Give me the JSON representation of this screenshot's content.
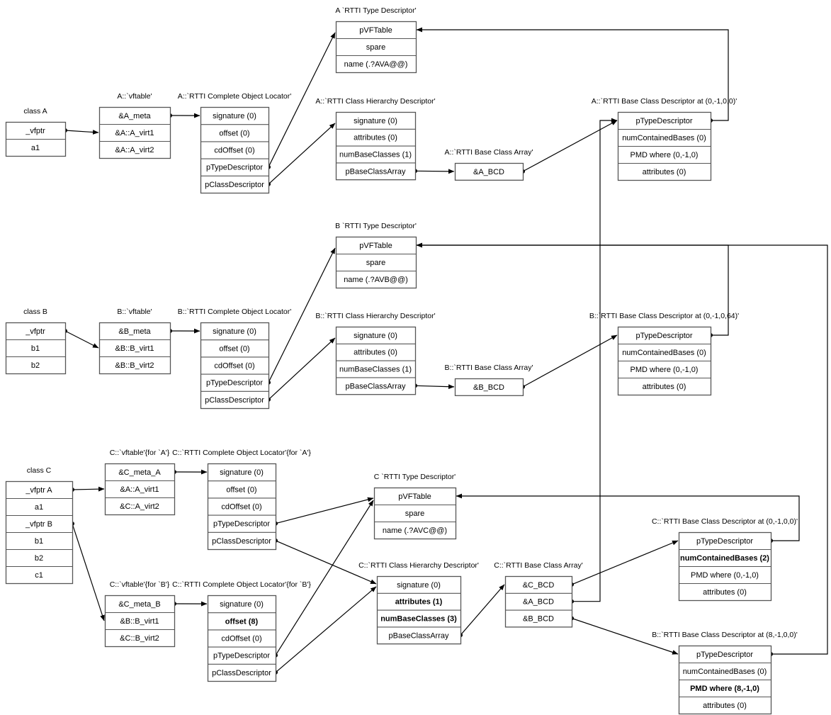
{
  "diagram": {
    "title": "MSVC RTTI structures for classes A, B and C",
    "stroke_color": "#555555",
    "line_color": "#000000",
    "background": "#ffffff"
  },
  "boxes": {
    "class_a": {
      "caption": "class A",
      "rows": [
        "_vfptr",
        "a1"
      ]
    },
    "a_vftable": {
      "caption": "A::`vftable'",
      "rows": [
        "&A_meta",
        "&A::A_virt1",
        "&A::A_virt2"
      ]
    },
    "a_col": {
      "caption": "A::`RTTI Complete Object Locator'",
      "rows": [
        "signature (0)",
        "offset (0)",
        "cdOffset (0)",
        "pTypeDescriptor",
        "pClassDescriptor"
      ]
    },
    "a_td": {
      "caption": "A `RTTI Type Descriptor'",
      "rows": [
        "pVFTable",
        "spare",
        "name (.?AVA@@)"
      ]
    },
    "a_chd": {
      "caption": "A::`RTTI Class Hierarchy Descriptor'",
      "rows": [
        "signature (0)",
        "attributes (0)",
        "numBaseClasses (1)",
        "pBaseClassArray"
      ]
    },
    "a_bca": {
      "caption": "A::`RTTI Base Class Array'",
      "rows": [
        "&A_BCD"
      ]
    },
    "a_bcd": {
      "caption": "A::`RTTI Base Class Descriptor at (0,-1,0,0)'",
      "rows": [
        "pTypeDescriptor",
        "numContainedBases (0)",
        "PMD where (0,-1,0)",
        "attributes (0)"
      ]
    },
    "class_b": {
      "caption": "class B",
      "rows": [
        "_vfptr",
        "b1",
        "b2"
      ]
    },
    "b_vftable": {
      "caption": "B::`vftable'",
      "rows": [
        "&B_meta",
        "&B::B_virt1",
        "&B::B_virt2"
      ]
    },
    "b_col": {
      "caption": "B::`RTTI Complete Object Locator'",
      "rows": [
        "signature (0)",
        "offset (0)",
        "cdOffset (0)",
        "pTypeDescriptor",
        "pClassDescriptor"
      ]
    },
    "b_td": {
      "caption": "B `RTTI Type Descriptor'",
      "rows": [
        "pVFTable",
        "spare",
        "name (.?AVB@@)"
      ]
    },
    "b_chd": {
      "caption": "B::`RTTI Class Hierarchy Descriptor'",
      "rows": [
        "signature (0)",
        "attributes (0)",
        "numBaseClasses (1)",
        "pBaseClassArray"
      ]
    },
    "b_bca": {
      "caption": "B::`RTTI Base Class Array'",
      "rows": [
        "&B_BCD"
      ]
    },
    "b_bcd": {
      "caption": "B::`RTTI Base Class Descriptor at (0,-1,0,64)'",
      "rows": [
        "pTypeDescriptor",
        "numContainedBases (0)",
        "PMD where (0,-1,0)",
        "attributes (0)"
      ]
    },
    "class_c": {
      "caption": "class C",
      "rows": [
        "_vfptr A",
        "a1",
        "_vfptr B",
        "b1",
        "b2",
        "c1"
      ]
    },
    "c_vftable_a": {
      "caption": "C::`vftable'{for `A'}",
      "rows": [
        "&C_meta_A",
        "&A::A_virt1",
        "&C::A_virt2"
      ]
    },
    "c_col_a": {
      "caption": "C::`RTTI Complete Object Locator'{for `A'}",
      "rows": [
        "signature (0)",
        "offset (0)",
        "cdOffset (0)",
        "pTypeDescriptor",
        "pClassDescriptor"
      ]
    },
    "c_vftable_b": {
      "caption": "C::`vftable'{for `B'}",
      "rows": [
        "&C_meta_B",
        "&B::B_virt1",
        "&C::B_virt2"
      ]
    },
    "c_col_b": {
      "caption": "C::`RTTI Complete Object Locator'{for `B'}",
      "rows": [
        "signature (0)",
        "offset (8)",
        "cdOffset (0)",
        "pTypeDescriptor",
        "pClassDescriptor"
      ],
      "bold_rows": [
        1
      ]
    },
    "c_td": {
      "caption": "C `RTTI Type Descriptor'",
      "rows": [
        "pVFTable",
        "spare",
        "name (.?AVC@@)"
      ]
    },
    "c_chd": {
      "caption": "C::`RTTI Class Hierarchy Descriptor'",
      "rows": [
        "signature (0)",
        "attributes (1)",
        "numBaseClasses (3)",
        "pBaseClassArray"
      ],
      "bold_rows": [
        1,
        2
      ]
    },
    "c_bca": {
      "caption": "C::`RTTI Base Class Array'",
      "rows": [
        "&C_BCD",
        "&A_BCD",
        "&B_BCD"
      ]
    },
    "c_bcd": {
      "caption": "C::`RTTI Base Class Descriptor at (0,-1,0,0)'",
      "rows": [
        "pTypeDescriptor",
        "numContainedBases (2)",
        "PMD where (0,-1,0)",
        "attributes (0)"
      ],
      "bold_rows": [
        1
      ]
    },
    "b8_bcd": {
      "caption": "B::`RTTI Base Class Descriptor at (8,-1,0,0)'",
      "rows": [
        "pTypeDescriptor",
        "numContainedBases (0)",
        "PMD where (8,-1,0)",
        "attributes (0)"
      ],
      "bold_rows": [
        2
      ]
    }
  }
}
